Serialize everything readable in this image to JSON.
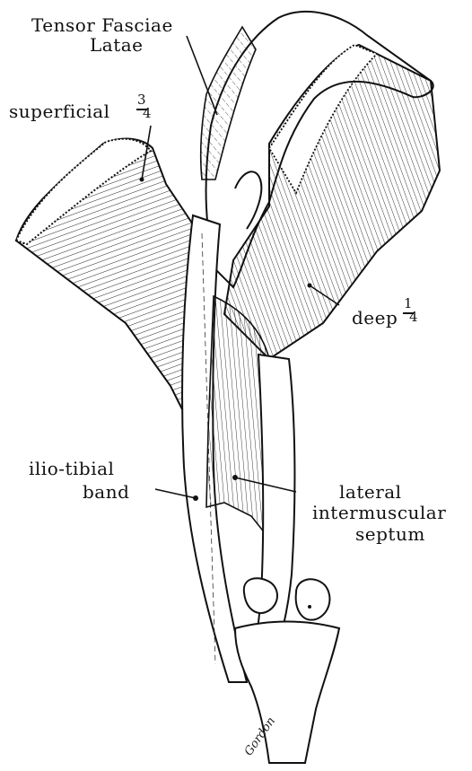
{
  "labels": {
    "tensor_line1": "Tensor Fasciae",
    "tensor_line2": "Latae",
    "superficial": "superficial",
    "superficial_frac_num": "3",
    "superficial_frac_den": "4",
    "deep": "deep",
    "deep_frac_num": "1",
    "deep_frac_den": "4",
    "iliotibial_line1": "ilio-tibial",
    "iliotibial_line2": "band",
    "septum_line1": "lateral",
    "septum_line2": "intermuscular",
    "septum_line3": "septum"
  },
  "signature": "Gordon",
  "colors": {
    "ink": "#111111",
    "paper": "#ffffff"
  }
}
